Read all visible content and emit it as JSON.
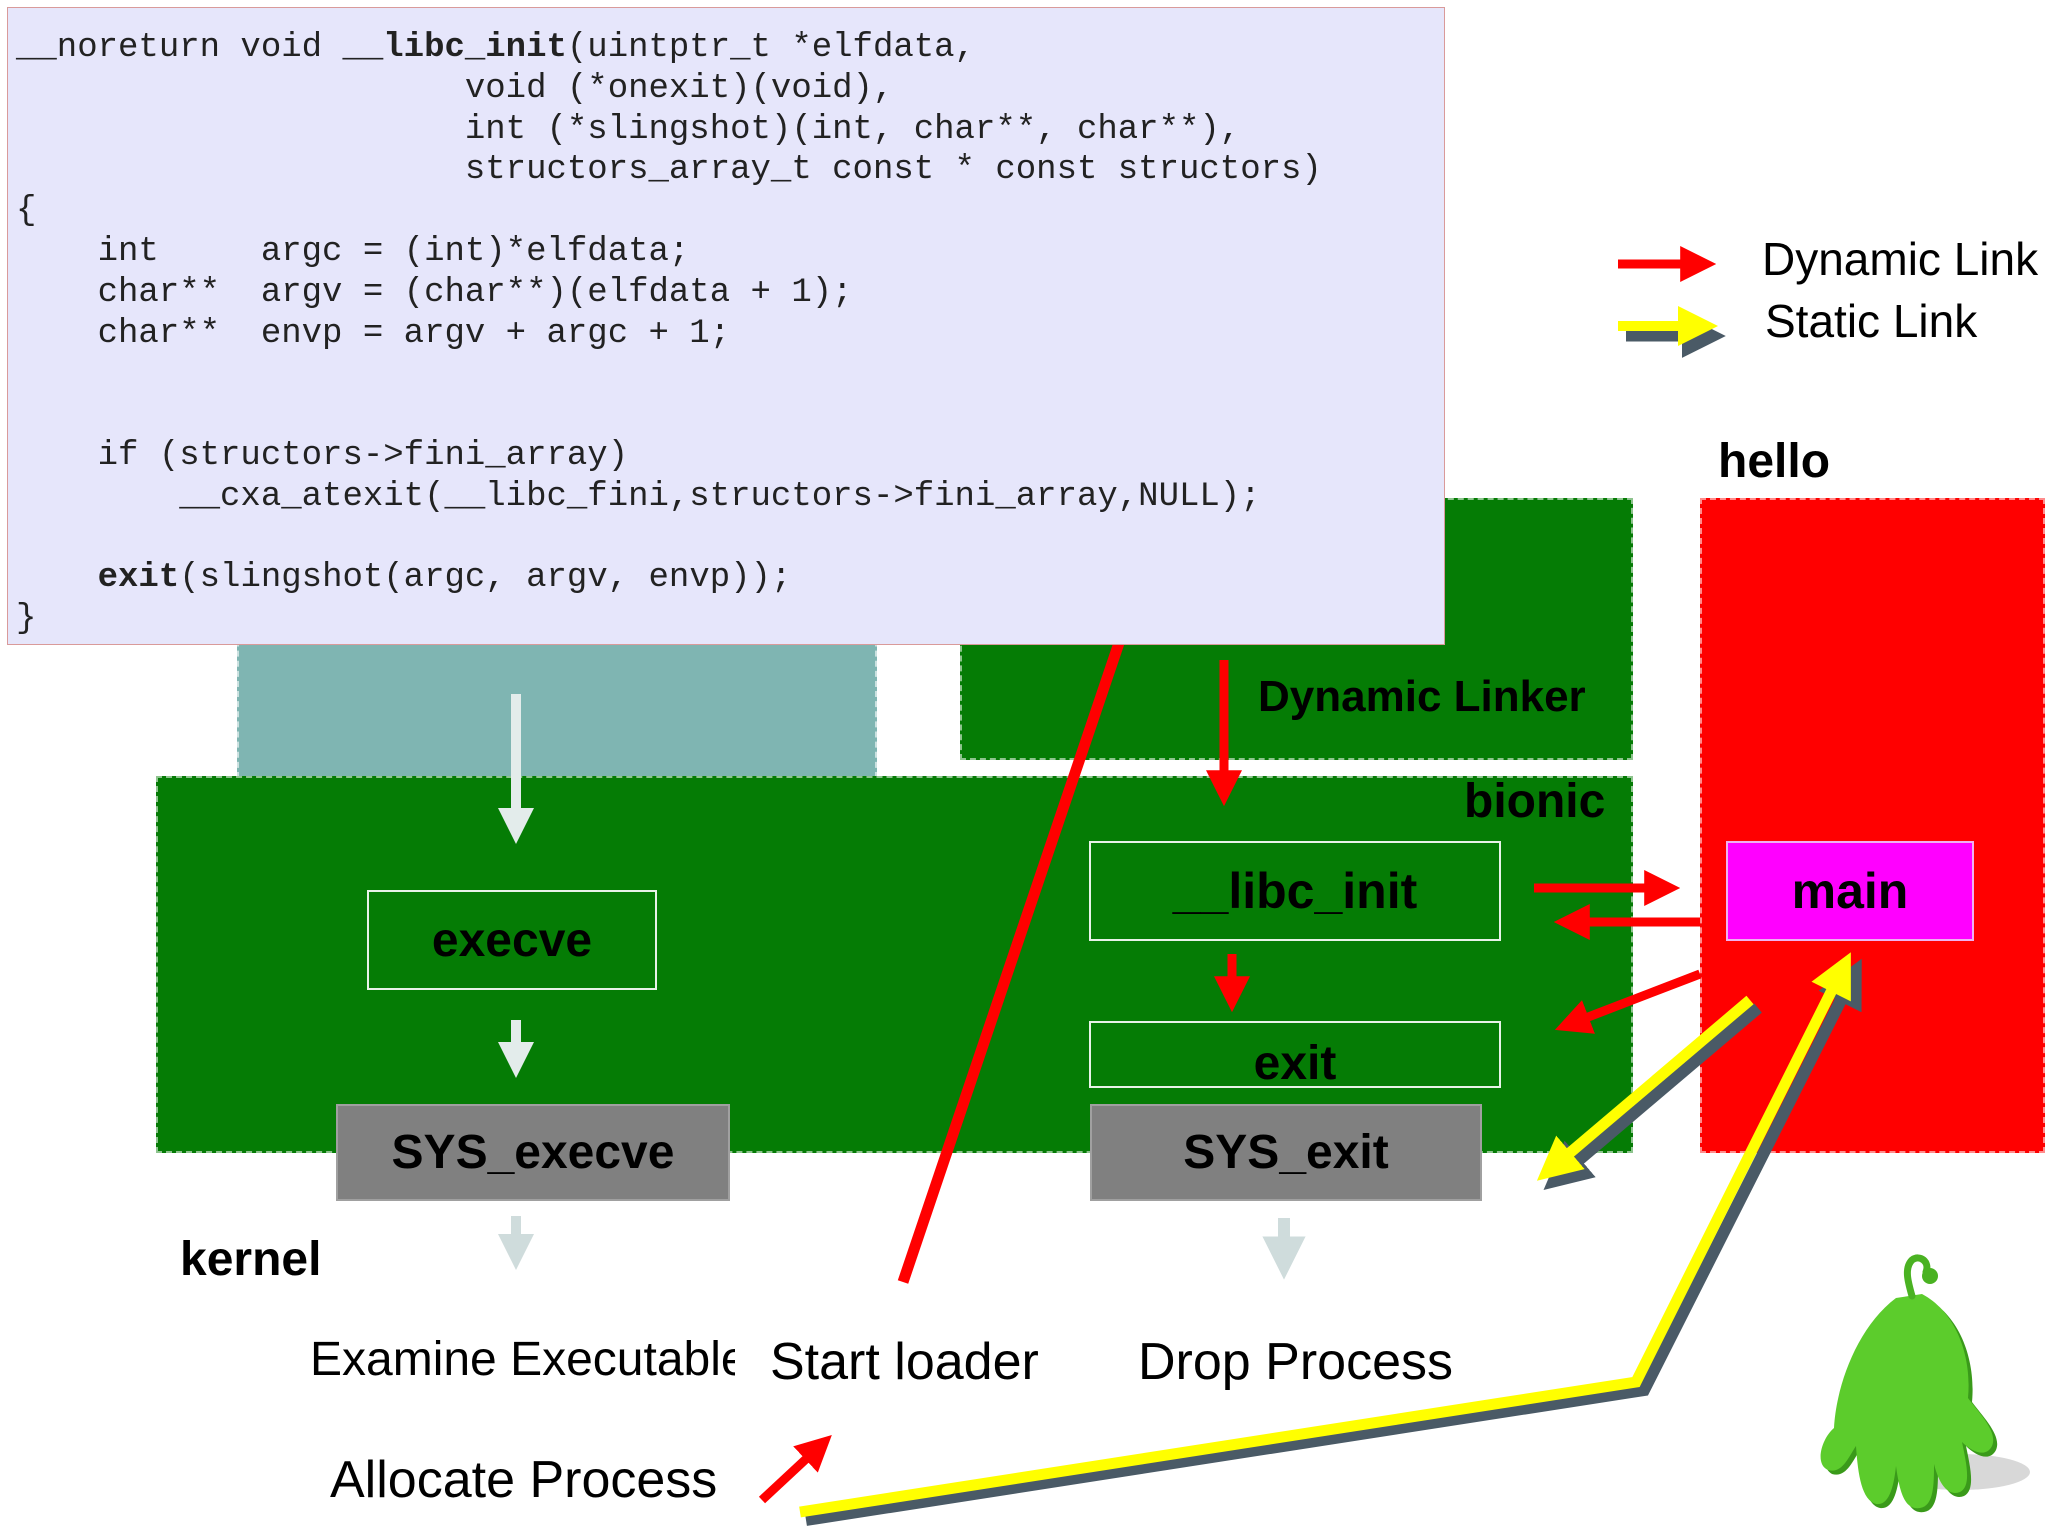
{
  "code": {
    "lines": [
      {
        "pre": "__noreturn void ",
        "bold": "__libc_init",
        "post": "(uintptr_t *elfdata,"
      },
      {
        "pre": "                      void (*onexit)(void),",
        "bold": "",
        "post": ""
      },
      {
        "pre": "                      int (*slingshot)(int, char**, char**),",
        "bold": "",
        "post": ""
      },
      {
        "pre": "                      structors_array_t const * const structors)",
        "bold": "",
        "post": ""
      },
      {
        "pre": "{",
        "bold": "",
        "post": ""
      },
      {
        "pre": "    int     argc = (int)*elfdata;",
        "bold": "",
        "post": ""
      },
      {
        "pre": "    char**  argv = (char**)(elfdata + 1);",
        "bold": "",
        "post": ""
      },
      {
        "pre": "    char**  envp = argv + argc + 1;",
        "bold": "",
        "post": ""
      },
      {
        "pre": "",
        "bold": "",
        "post": ""
      },
      {
        "pre": "",
        "bold": "",
        "post": ""
      },
      {
        "pre": "    if (structors->fini_array)",
        "bold": "",
        "post": ""
      },
      {
        "pre": "        __cxa_atexit(__libc_fini,structors->fini_array,NULL);",
        "bold": "",
        "post": ""
      },
      {
        "pre": "",
        "bold": "",
        "post": ""
      },
      {
        "pre": "    ",
        "bold": "exit",
        "post": "(slingshot(argc, argv, envp));"
      },
      {
        "pre": "}",
        "bold": "",
        "post": ""
      }
    ]
  },
  "legend": {
    "dynamic_link": "Dynamic Link",
    "static_link": "Static Link"
  },
  "labels": {
    "hello": "hello",
    "dynamic_linker": "Dynamic Linker",
    "bionic": "bionic",
    "kernel": "kernel",
    "examine_executable": "Examine Executable",
    "start_loader": "Start loader",
    "drop_process": "Drop Process",
    "allocate_process": "Allocate Process"
  },
  "boxes": {
    "execve": "execve",
    "sys_execve": "SYS_execve",
    "libc_init": "__libc_init",
    "exit": "exit",
    "sys_exit": "SYS_exit",
    "main": "main"
  },
  "colors": {
    "dynamic_link": "#ff0000",
    "static_link": "#ffff00",
    "arrow_shadow": "#4a5a66",
    "bionic_green": "#057c05",
    "teal": "#7fb5b2",
    "hello_red": "#ff0000",
    "main_magenta": "#ff00ff",
    "syscall_gray": "#808080",
    "code_bg": "#e6e6fb",
    "android_green": "#5ccc2c"
  },
  "icons": {
    "mascot": "android-mascot-icon"
  }
}
